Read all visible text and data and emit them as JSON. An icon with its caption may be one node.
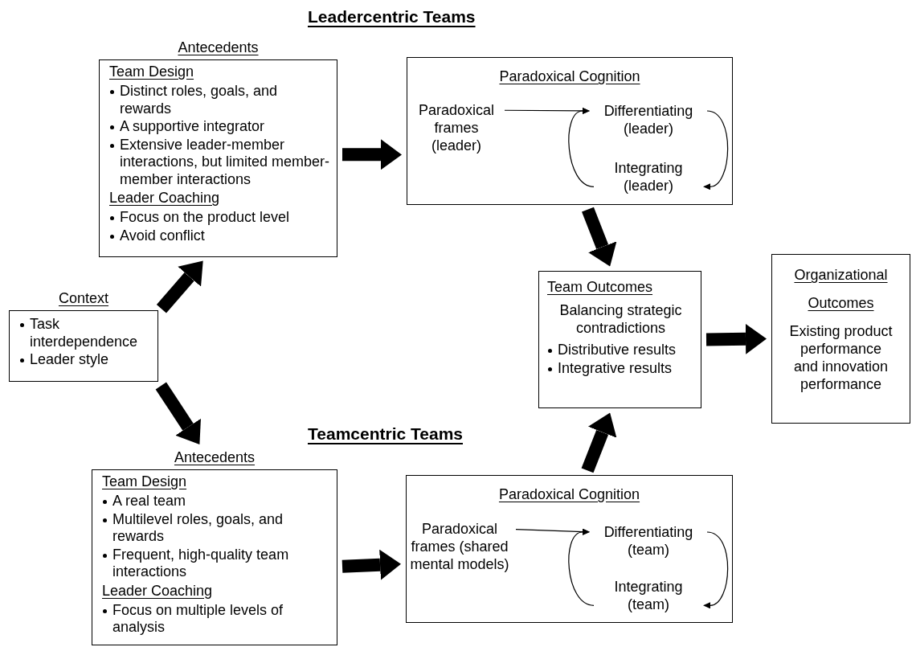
{
  "diagram": {
    "nodes": [
      {
        "text": [
          "Context",
          "Task interdependence",
          "Leader style"
        ]
      },
      {
        "text": [
          "Antecedents",
          "Team Design",
          "Distinct roles, goals, and rewards",
          "A supportive integrator",
          "Extensive leader-member interactions, but limited member-member interactions",
          "Leader Coaching",
          "Focus on the product level",
          "Avoid conflict"
        ]
      },
      {
        "text": [
          "Paradoxical Cognition"
        ]
      },
      {
        "text": [
          "Paradoxical frames (leader)"
        ],
        "in": 2
      },
      {
        "text": [
          "Differentiating (leader)"
        ],
        "in": 2
      },
      {
        "text": [
          "Integrating (leader)"
        ],
        "in": 2
      },
      {
        "text": [
          "Team Outcomes",
          "Balancing strategic contradictions",
          "Distributive results",
          "Integrative results"
        ]
      },
      {
        "text": [
          "Organizational Outcomes",
          "Existing product performance and innovation performance"
        ]
      },
      {
        "text": [
          "Antecedents",
          "Team Design",
          "A real team",
          "Multilevel roles, goals, and rewards",
          "Frequent, high-quality team interactions",
          "Leader Coaching",
          "Focus on multiple levels of analysis"
        ]
      },
      {
        "text": [
          "Paradoxical Cognition"
        ]
      },
      {
        "text": [
          "Paradoxical frames (shared mental models)"
        ],
        "in": 9
      },
      {
        "text": [
          "Differentiating (team)"
        ],
        "in": 9
      },
      {
        "text": [
          "Integrating (team)"
        ],
        "in": 9
      }
    ],
    "edges": [
      {
        "from": 0,
        "to": 1,
        "arrow": "to"
      },
      {
        "from": 1,
        "to": 2,
        "arrow": "to"
      },
      {
        "from": 2,
        "to": 6,
        "arrow": "to"
      },
      {
        "from": 0,
        "to": 8,
        "arrow": "to"
      },
      {
        "from": 8,
        "to": 9,
        "arrow": "to"
      },
      {
        "from": 9,
        "to": 6,
        "arrow": "to"
      },
      {
        "from": 6,
        "to": 7,
        "arrow": "to"
      },
      {
        "from": 3,
        "to": 4,
        "arrow": "to"
      },
      {
        "from": 4,
        "to": 5,
        "arrow": "to"
      },
      {
        "from": 5,
        "to": 4,
        "arrow": "to"
      },
      {
        "from": 10,
        "to": 11,
        "arrow": "to"
      },
      {
        "from": 11,
        "to": 12,
        "arrow": "to"
      },
      {
        "from": 12,
        "to": 11,
        "arrow": "to"
      }
    ],
    "labels": [
      "Leadercentric Teams",
      "Teamcentric Teams"
    ]
  }
}
